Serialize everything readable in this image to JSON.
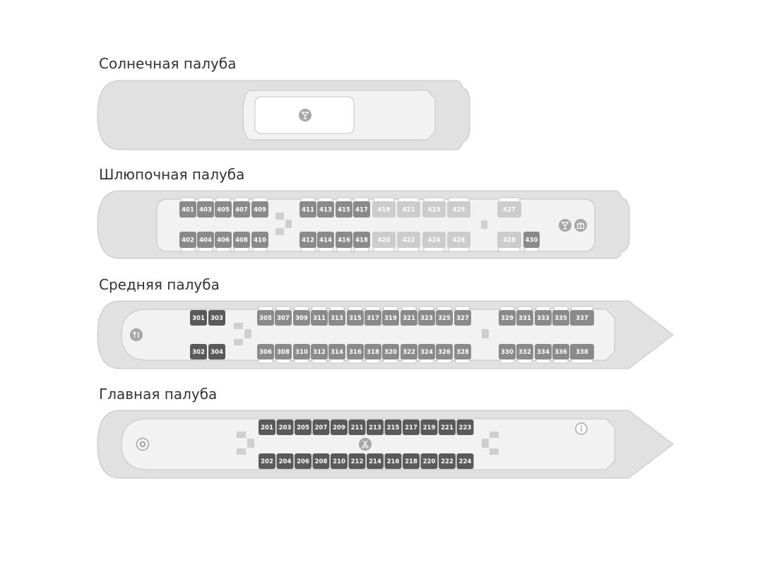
{
  "colors": {
    "hull": "#e1e1e1",
    "deck": "#f2f2f2",
    "outline": "#c4c4c4",
    "cabin_dark": "#5a5a5a",
    "cabin_mid": "#8a8a8a",
    "cabin_light": "#cccccc",
    "icon": "#9d9d9d"
  },
  "decks": [
    {
      "title": "Солнечная палуба",
      "icons": [
        {
          "name": "cocktail-icon"
        }
      ],
      "cabins": []
    },
    {
      "title": "Шлюпочная палуба",
      "icons": [
        {
          "name": "cocktail-icon"
        },
        {
          "name": "gift-icon"
        }
      ],
      "cabins": [
        {
          "no": "401",
          "state": "mid"
        },
        {
          "no": "403",
          "state": "mid"
        },
        {
          "no": "405",
          "state": "mid"
        },
        {
          "no": "407",
          "state": "mid"
        },
        {
          "no": "409",
          "state": "mid"
        },
        {
          "no": "411",
          "state": "mid"
        },
        {
          "no": "413",
          "state": "mid"
        },
        {
          "no": "415",
          "state": "mid"
        },
        {
          "no": "417",
          "state": "mid"
        },
        {
          "no": "419",
          "state": "light"
        },
        {
          "no": "421",
          "state": "light"
        },
        {
          "no": "423",
          "state": "light"
        },
        {
          "no": "425",
          "state": "light"
        },
        {
          "no": "427",
          "state": "light"
        },
        {
          "no": "402",
          "state": "mid"
        },
        {
          "no": "404",
          "state": "mid"
        },
        {
          "no": "406",
          "state": "mid"
        },
        {
          "no": "408",
          "state": "mid"
        },
        {
          "no": "410",
          "state": "mid"
        },
        {
          "no": "412",
          "state": "mid"
        },
        {
          "no": "414",
          "state": "mid"
        },
        {
          "no": "416",
          "state": "mid"
        },
        {
          "no": "418",
          "state": "mid"
        },
        {
          "no": "420",
          "state": "light"
        },
        {
          "no": "422",
          "state": "light"
        },
        {
          "no": "424",
          "state": "light"
        },
        {
          "no": "426",
          "state": "light"
        },
        {
          "no": "428",
          "state": "light"
        },
        {
          "no": "430",
          "state": "mid"
        }
      ]
    },
    {
      "title": "Средняя палуба",
      "icons": [
        {
          "name": "restaurant-icon"
        }
      ],
      "cabins": [
        {
          "no": "301",
          "state": "dark"
        },
        {
          "no": "303",
          "state": "dark"
        },
        {
          "no": "305",
          "state": "mid"
        },
        {
          "no": "307",
          "state": "mid"
        },
        {
          "no": "309",
          "state": "mid"
        },
        {
          "no": "311",
          "state": "mid"
        },
        {
          "no": "313",
          "state": "mid"
        },
        {
          "no": "315",
          "state": "mid"
        },
        {
          "no": "317",
          "state": "mid"
        },
        {
          "no": "319",
          "state": "mid"
        },
        {
          "no": "321",
          "state": "mid"
        },
        {
          "no": "323",
          "state": "mid"
        },
        {
          "no": "325",
          "state": "mid"
        },
        {
          "no": "327",
          "state": "mid"
        },
        {
          "no": "329",
          "state": "mid"
        },
        {
          "no": "331",
          "state": "mid"
        },
        {
          "no": "333",
          "state": "mid"
        },
        {
          "no": "335",
          "state": "mid"
        },
        {
          "no": "337",
          "state": "mid"
        },
        {
          "no": "302",
          "state": "dark"
        },
        {
          "no": "304",
          "state": "dark"
        },
        {
          "no": "306",
          "state": "mid"
        },
        {
          "no": "308",
          "state": "mid"
        },
        {
          "no": "310",
          "state": "mid"
        },
        {
          "no": "312",
          "state": "mid"
        },
        {
          "no": "314",
          "state": "mid"
        },
        {
          "no": "316",
          "state": "mid"
        },
        {
          "no": "318",
          "state": "mid"
        },
        {
          "no": "320",
          "state": "mid"
        },
        {
          "no": "322",
          "state": "mid"
        },
        {
          "no": "324",
          "state": "mid"
        },
        {
          "no": "326",
          "state": "mid"
        },
        {
          "no": "328",
          "state": "mid"
        },
        {
          "no": "330",
          "state": "mid"
        },
        {
          "no": "332",
          "state": "mid"
        },
        {
          "no": "334",
          "state": "mid"
        },
        {
          "no": "336",
          "state": "mid"
        },
        {
          "no": "338",
          "state": "mid"
        }
      ]
    },
    {
      "title": "Главная палуба",
      "icons": [
        {
          "name": "lifebuoy-icon"
        },
        {
          "name": "hairdresser-icon"
        },
        {
          "name": "info-icon"
        }
      ],
      "cabins": [
        {
          "no": "201",
          "state": "dark"
        },
        {
          "no": "203",
          "state": "dark"
        },
        {
          "no": "205",
          "state": "dark"
        },
        {
          "no": "207",
          "state": "dark"
        },
        {
          "no": "209",
          "state": "dark"
        },
        {
          "no": "211",
          "state": "dark"
        },
        {
          "no": "213",
          "state": "dark"
        },
        {
          "no": "215",
          "state": "dark"
        },
        {
          "no": "217",
          "state": "dark"
        },
        {
          "no": "219",
          "state": "dark"
        },
        {
          "no": "221",
          "state": "dark"
        },
        {
          "no": "223",
          "state": "dark"
        },
        {
          "no": "202",
          "state": "dark"
        },
        {
          "no": "204",
          "state": "dark"
        },
        {
          "no": "206",
          "state": "dark"
        },
        {
          "no": "208",
          "state": "dark"
        },
        {
          "no": "210",
          "state": "dark"
        },
        {
          "no": "212",
          "state": "dark"
        },
        {
          "no": "214",
          "state": "dark"
        },
        {
          "no": "216",
          "state": "dark"
        },
        {
          "no": "218",
          "state": "dark"
        },
        {
          "no": "220",
          "state": "dark"
        },
        {
          "no": "222",
          "state": "dark"
        },
        {
          "no": "224",
          "state": "dark"
        }
      ]
    }
  ]
}
